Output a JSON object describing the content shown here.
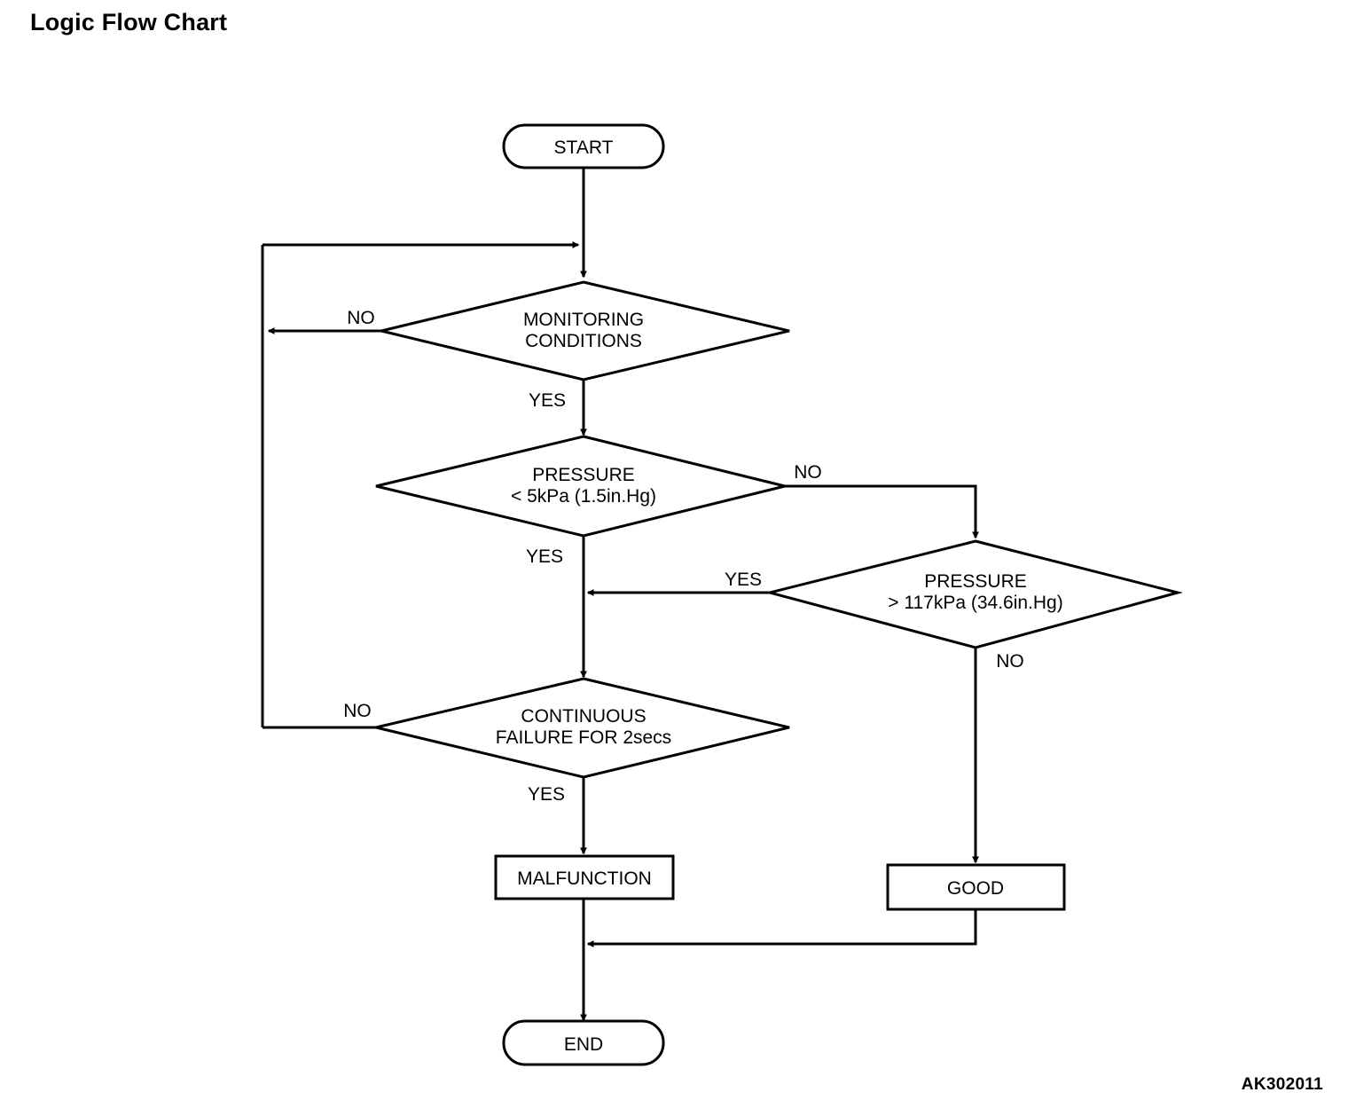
{
  "page": {
    "title": "Logic Flow Chart",
    "reference_code": "AK302011",
    "background_color": "#ffffff",
    "line_color": "#000000"
  },
  "chart_data": {
    "type": "diagram",
    "diagram_kind": "flowchart",
    "title": "Logic Flow Chart",
    "nodes": [
      {
        "id": "start",
        "shape": "terminator",
        "label": "START"
      },
      {
        "id": "monitoring",
        "shape": "decision",
        "label_line1": "MONITORING",
        "label_line2": "CONDITIONS"
      },
      {
        "id": "pressure_low",
        "shape": "decision",
        "label_line1": "PRESSURE",
        "label_line2": "< 5kPa (1.5in.Hg)"
      },
      {
        "id": "pressure_high",
        "shape": "decision",
        "label_line1": "PRESSURE",
        "label_line2": "> 117kPa (34.6in.Hg)"
      },
      {
        "id": "continuous_failure",
        "shape": "decision",
        "label_line1": "CONTINUOUS",
        "label_line2": "FAILURE FOR 2secs"
      },
      {
        "id": "malfunction",
        "shape": "process",
        "label": "MALFUNCTION"
      },
      {
        "id": "good",
        "shape": "process",
        "label": "GOOD"
      },
      {
        "id": "end",
        "shape": "terminator",
        "label": "END"
      }
    ],
    "edges": [
      {
        "from": "start",
        "to": "monitoring",
        "label": ""
      },
      {
        "from": "monitoring",
        "to": "monitoring",
        "label": "NO",
        "note": "loops back to input of MONITORING CONDITIONS"
      },
      {
        "from": "monitoring",
        "to": "pressure_low",
        "label": "YES"
      },
      {
        "from": "pressure_low",
        "to": "continuous_failure",
        "label": "YES"
      },
      {
        "from": "pressure_low",
        "to": "pressure_high",
        "label": "NO"
      },
      {
        "from": "pressure_high",
        "to": "continuous_failure",
        "label": "YES"
      },
      {
        "from": "pressure_high",
        "to": "good",
        "label": "NO"
      },
      {
        "from": "continuous_failure",
        "to": "monitoring",
        "label": "NO",
        "note": "loops back to input of MONITORING CONDITIONS"
      },
      {
        "from": "continuous_failure",
        "to": "malfunction",
        "label": "YES"
      },
      {
        "from": "malfunction",
        "to": "end",
        "label": ""
      },
      {
        "from": "good",
        "to": "end",
        "label": ""
      }
    ]
  },
  "labels": {
    "start": "START",
    "monitoring_l1": "MONITORING",
    "monitoring_l2": "CONDITIONS",
    "pressure_low_l1": "PRESSURE",
    "pressure_low_l2": "< 5kPa (1.5in.Hg)",
    "pressure_high_l1": "PRESSURE",
    "pressure_high_l2": "> 117kPa (34.6in.Hg)",
    "continuous_l1": "CONTINUOUS",
    "continuous_l2": "FAILURE FOR 2secs",
    "malfunction": "MALFUNCTION",
    "good": "GOOD",
    "end": "END"
  },
  "edge_labels": {
    "monitoring_no": "NO",
    "monitoring_yes": "YES",
    "pressure_low_yes": "YES",
    "pressure_low_no": "NO",
    "pressure_high_yes": "YES",
    "pressure_high_no": "NO",
    "continuous_no": "NO",
    "continuous_yes": "YES"
  }
}
